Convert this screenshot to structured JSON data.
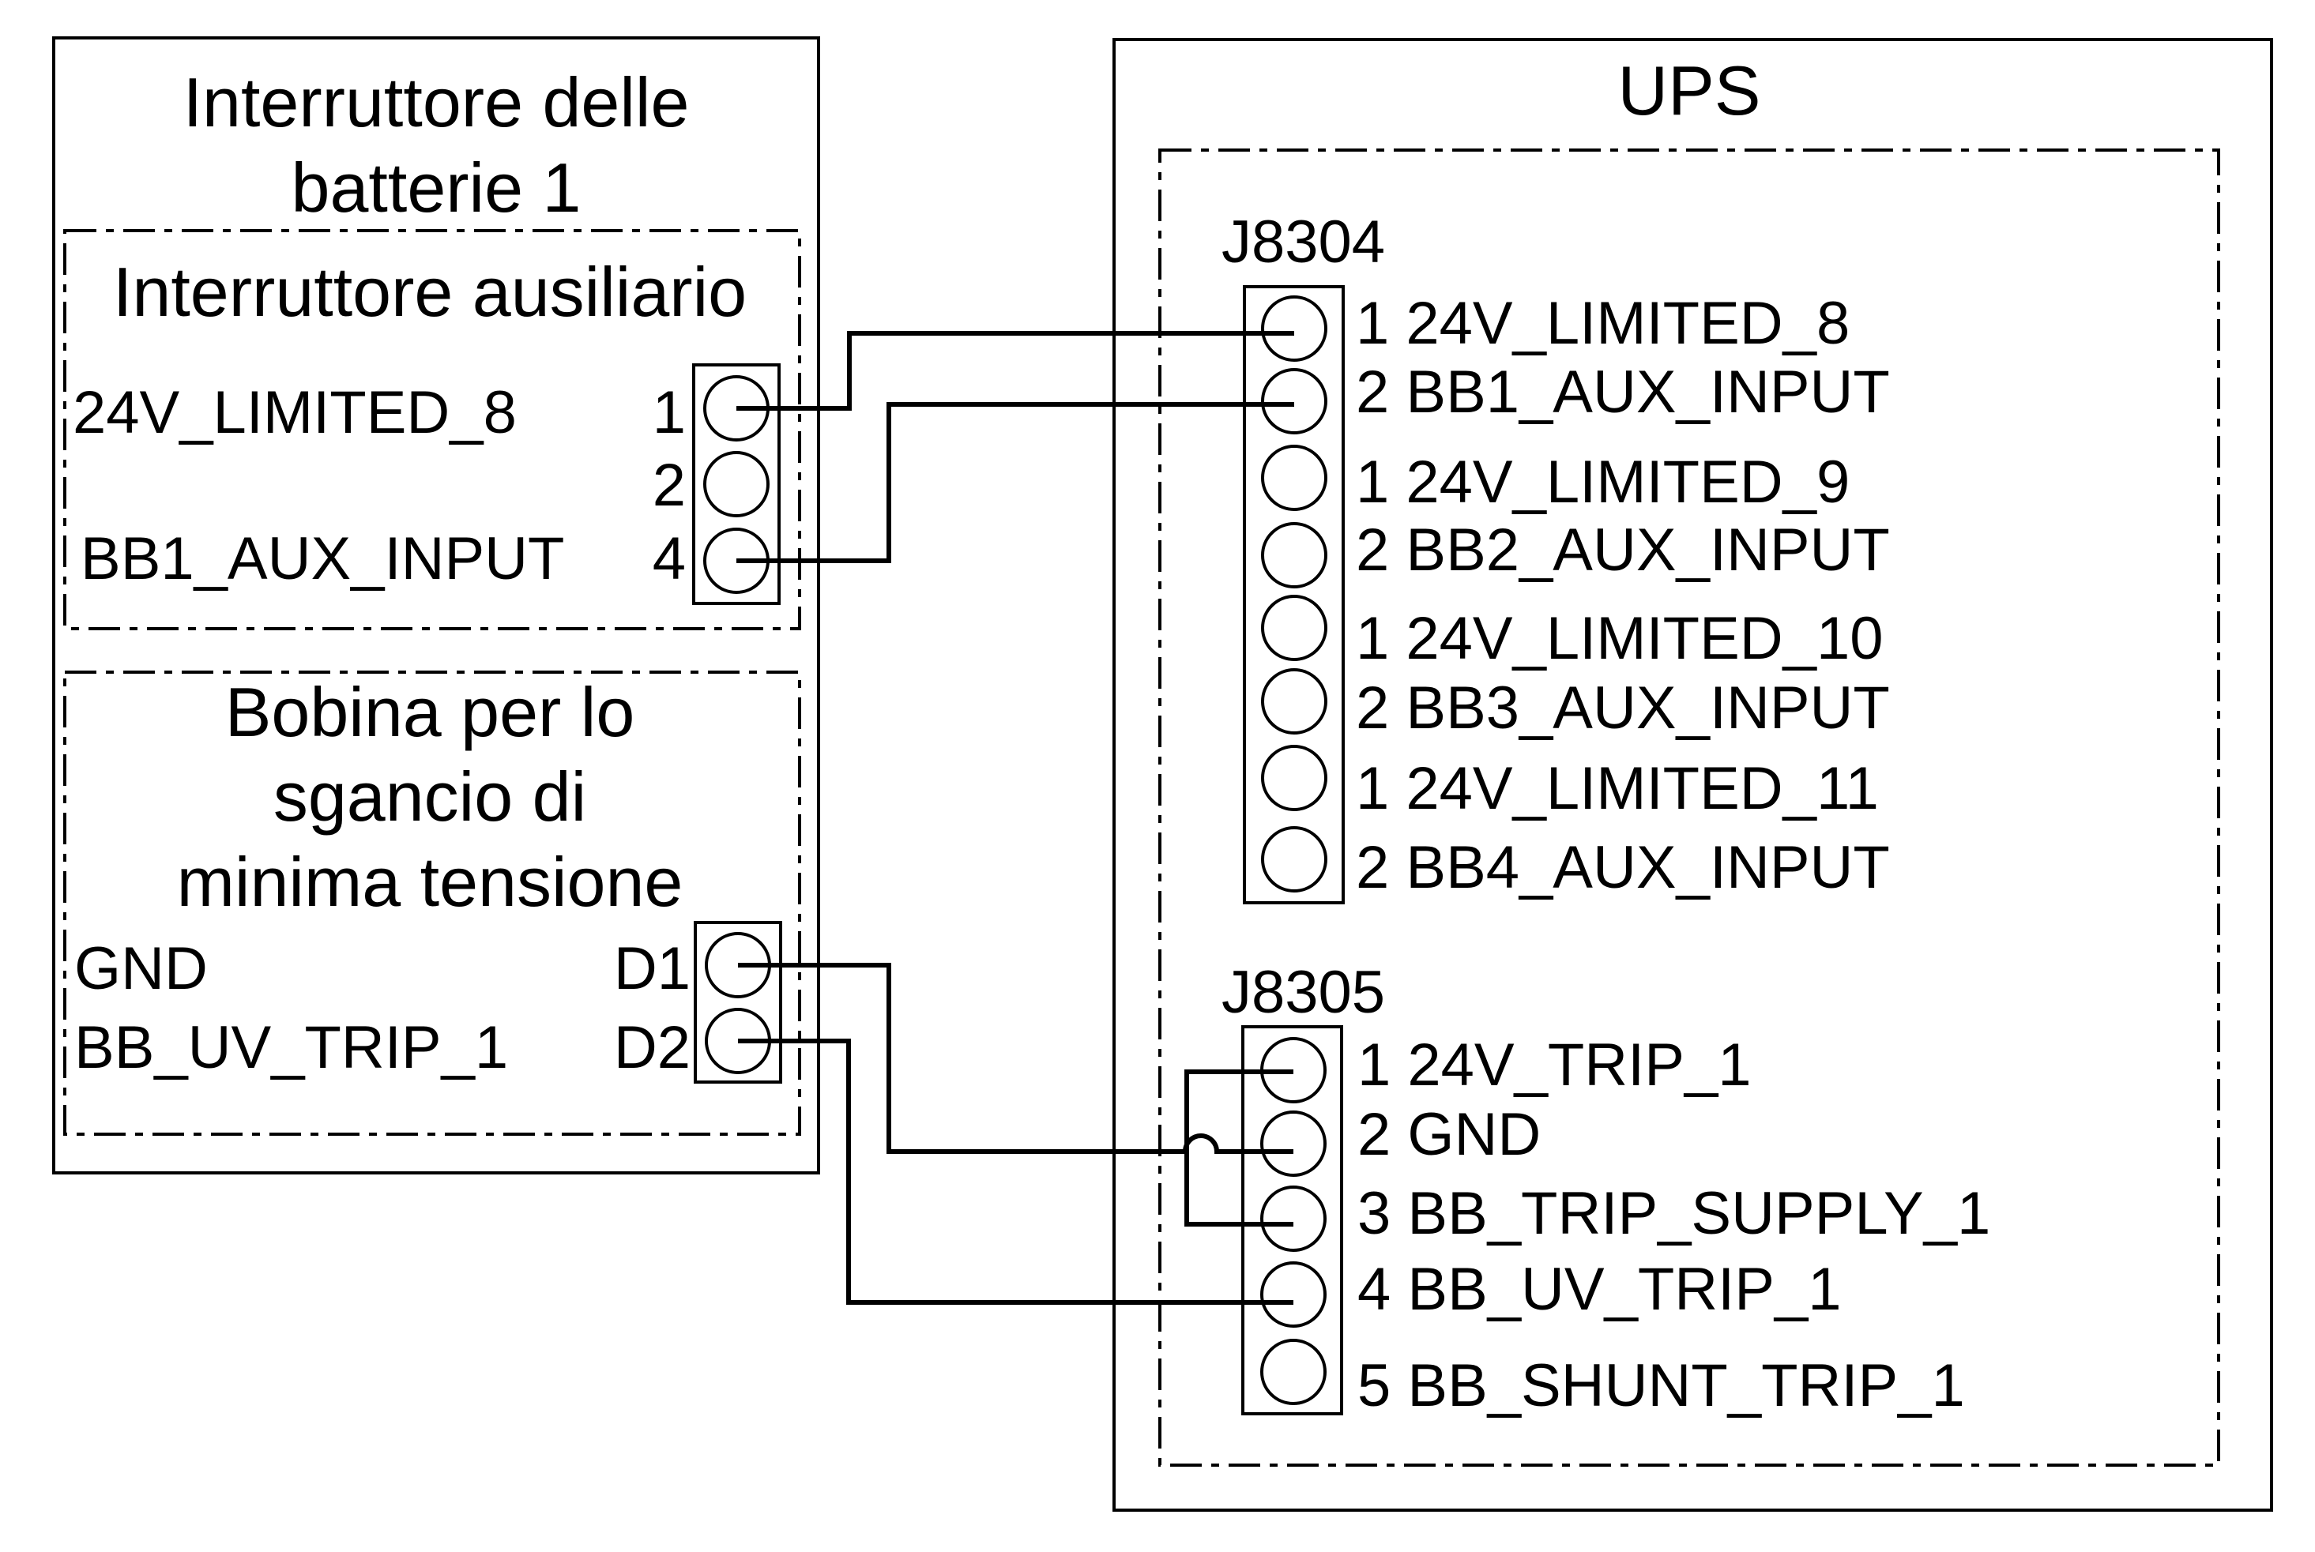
{
  "breaker": {
    "title_line1": "Interruttore delle",
    "title_line2": "batterie 1",
    "aux": {
      "title": "Interruttore ausiliario",
      "label_24v": "24V_LIMITED_8",
      "label_aux_input": "BB1_AUX_INPUT",
      "pin1": "1",
      "pin2": "2",
      "pin4": "4"
    },
    "coil": {
      "title_line1": "Bobina  per lo",
      "title_line2": "sgancio di",
      "title_line3": "minima tensione",
      "label_gnd": "GND",
      "label_uv_trip": "BB_UV_TRIP_1",
      "pin_d1": "D1",
      "pin_d2": "D2"
    }
  },
  "ups": {
    "title": "UPS",
    "j8304": {
      "name": "J8304",
      "pins": [
        "1 24V_LIMITED_8",
        "2 BB1_AUX_INPUT",
        "1 24V_LIMITED_9",
        "2 BB2_AUX_INPUT",
        "1 24V_LIMITED_10",
        "2 BB3_AUX_INPUT",
        "1 24V_LIMITED_11",
        "2 BB4_AUX_INPUT"
      ]
    },
    "j8305": {
      "name": "J8305",
      "pins": [
        "1 24V_TRIP_1",
        "2 GND",
        "3 BB_TRIP_SUPPLY_1",
        "4 BB_UV_TRIP_1",
        "5 BB_SHUNT_TRIP_1"
      ]
    }
  }
}
